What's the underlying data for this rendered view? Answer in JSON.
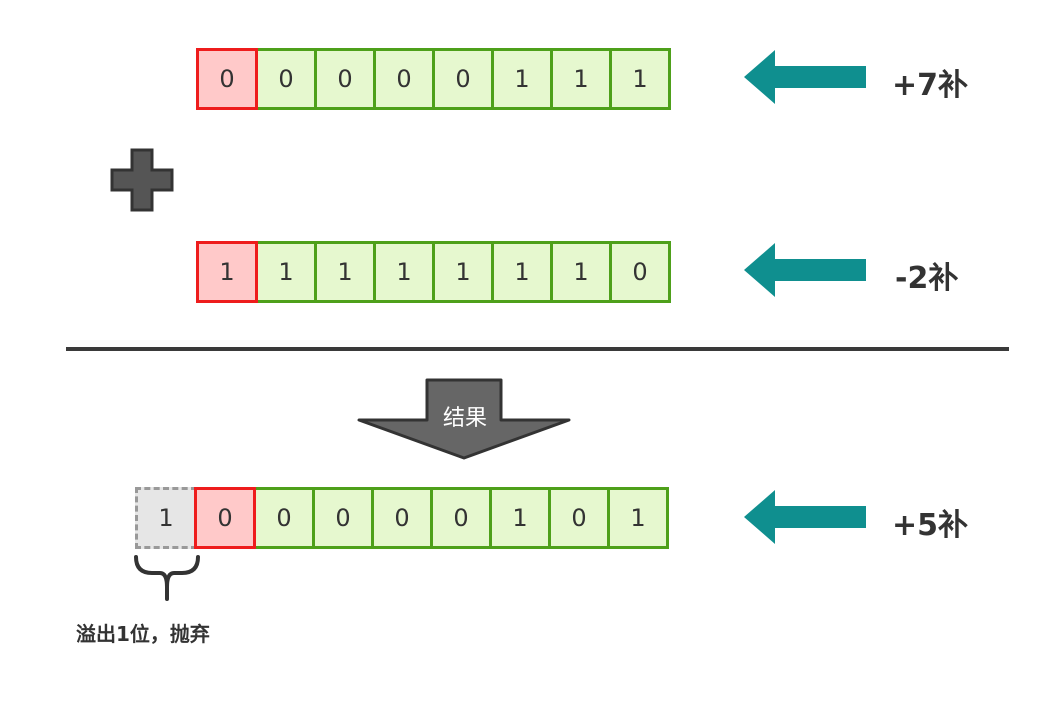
{
  "rows": [
    {
      "bits": [
        "0",
        "0",
        "0",
        "0",
        "0",
        "1",
        "1",
        "1"
      ],
      "label": "+7补"
    },
    {
      "bits": [
        "1",
        "1",
        "1",
        "1",
        "1",
        "1",
        "1",
        "0"
      ],
      "label": "-2补"
    }
  ],
  "result": {
    "overflow_bit": "1",
    "bits": [
      "0",
      "0",
      "0",
      "0",
      "0",
      "1",
      "0",
      "1"
    ],
    "label": "+5补",
    "arrow_text": "结果",
    "overflow_note": "溢出1位，抛弃"
  },
  "colors": {
    "sign_border": "#ee1c1c",
    "sign_fill": "#ffc9c9",
    "bit_border": "#4ea01a",
    "bit_fill": "#e6f8cf",
    "arrow": "#0f8f8f",
    "operator": "#555555"
  },
  "icons": {
    "operator": "plus-sign",
    "pointer": "left-arrow",
    "result": "down-arrow"
  }
}
